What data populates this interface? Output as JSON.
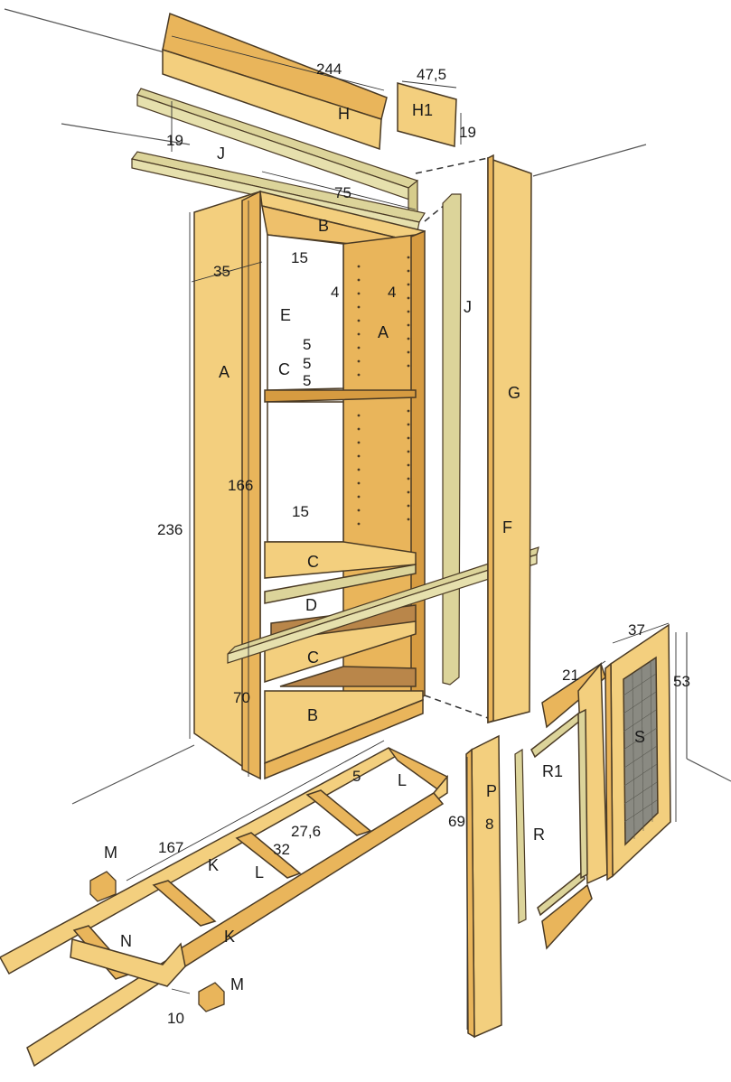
{
  "part_labels": {
    "H": "H",
    "H1": "H1",
    "J_top": "J",
    "J_side": "J",
    "B_top": "B",
    "B_bottom": "B",
    "E": "E",
    "A_front": "A",
    "A_back": "A",
    "C_upper": "C",
    "C_middle": "C",
    "C_lower": "C",
    "D": "D",
    "G": "G",
    "F": "F",
    "P": "P",
    "R": "R",
    "R1": "R1",
    "S": "S",
    "K_upper": "K",
    "K_lower": "K",
    "L_right": "L",
    "L_mid": "L",
    "M_top": "M",
    "M_bottom": "M",
    "N": "N"
  },
  "dimension_labels": {
    "d244": "244",
    "d47_5": "47,5",
    "d19_right": "19",
    "d19_left": "19",
    "d75": "75",
    "d35": "35",
    "d15_upper": "15",
    "d15_lower": "15",
    "d4_left": "4",
    "d4_right": "4",
    "d5_a": "5",
    "d5_b": "5",
    "d5_c": "5",
    "d166": "166",
    "d236": "236",
    "d70": "70",
    "d37": "37",
    "d53": "53",
    "d21": "21",
    "d69": "69",
    "d8": "8",
    "d167": "167",
    "d27_6": "27,6",
    "d32": "32",
    "d5_plinth": "5",
    "d10": "10"
  },
  "colors": {
    "wood_light": "#f3cf7e",
    "wood_mid": "#e9b55b",
    "wood_dark": "#d69b41",
    "wood_shadow": "#b9864a",
    "rail_green": "#dcd49a",
    "outline": "#4a3a24",
    "wall_line": "#555555",
    "mesh": "#8a8a82"
  }
}
